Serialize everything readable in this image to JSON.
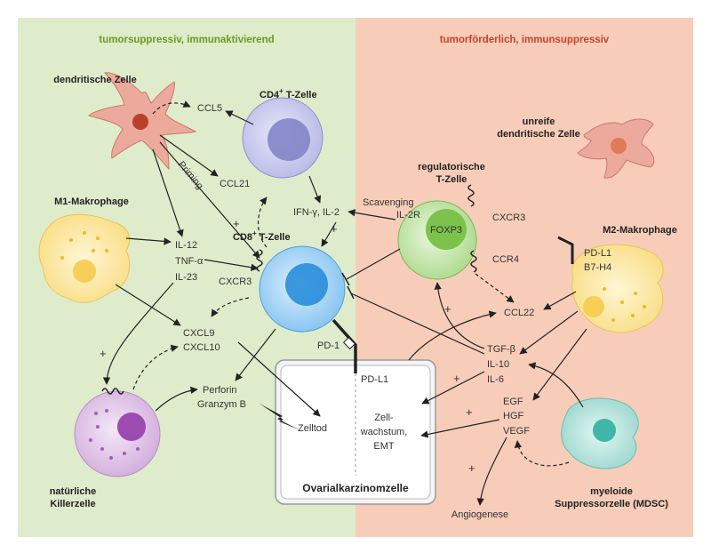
{
  "headers": {
    "left": "tumorsuppressiv, immunaktivierend",
    "right": "tumorförderlich, immunsuppressiv"
  },
  "cells": {
    "dendritic": "dendritische Zelle",
    "cd4": "CD4",
    "cd4_sup": "+",
    "cd4_suffix": " T-Zelle",
    "cd8": "CD8",
    "cd8_sup": "+",
    "cd8_suffix": " T-Zelle",
    "m1": "M1-Makrophage",
    "nk_line1": "natürliche",
    "nk_line2": "Killerzelle",
    "treg_line1": "regulatorische",
    "treg_line2": "T-Zelle",
    "foxp3": "FOXP3",
    "immature_line1": "unreife",
    "immature_line2": "dendritische Zelle",
    "m2": "M2-Makrophage",
    "mdsc_line1": "myeloide",
    "mdsc_line2": "Suppressorzelle (MDSC)",
    "tumor": "Ovarialkarzinomzelle"
  },
  "molecules": {
    "ccl5": "CCL5",
    "ccl21": "CCL21",
    "priming": "Priming",
    "ifn": "IFN-γ, IL-2",
    "il12": "IL-12",
    "tnf": "TNF-α",
    "il23": "IL-23",
    "cxcr3_left": "CXCR3",
    "cxcl9": "CXCL9",
    "cxcl10": "CXCL10",
    "perforin": "Perforin",
    "granzym": "Granzym B",
    "pd1": "PD-1",
    "pdl1_tumor": "PD-L1",
    "zelltod": "Zelltod",
    "growth_line1": "Zell-",
    "growth_line2": "wachstum,",
    "growth_line3": "EMT",
    "scavenging": "Scavenging",
    "il2r": "IL-2R",
    "cxcr3_right": "CXCR3",
    "ccr4": "CCR4",
    "pdl1_m2": "PD-L1",
    "b7h4": "B7-H4",
    "ccl22": "CCL22",
    "tgfb": "TGF-β",
    "il10": "IL-10",
    "il6": "IL-6",
    "egf": "EGF",
    "hgf": "HGF",
    "vegf": "VEGF",
    "angiogenese": "Angiogenese"
  },
  "signs": {
    "plus": "+"
  },
  "colors": {
    "left_bg": "#dfeccb",
    "right_bg": "#f7cdb9",
    "header_green": "#6a9a1f",
    "header_red": "#c6432a",
    "cd4_fill": "#c4c6ec",
    "cd8_fill": "#9fd0f4",
    "treg_fill": "#c3e6a4",
    "nk_fill": "#dcbfe3",
    "macrophage_fill": "#fbe49a",
    "dendritic_fill": "#ecaa9c",
    "mdsc_fill": "#a9dfd8"
  }
}
